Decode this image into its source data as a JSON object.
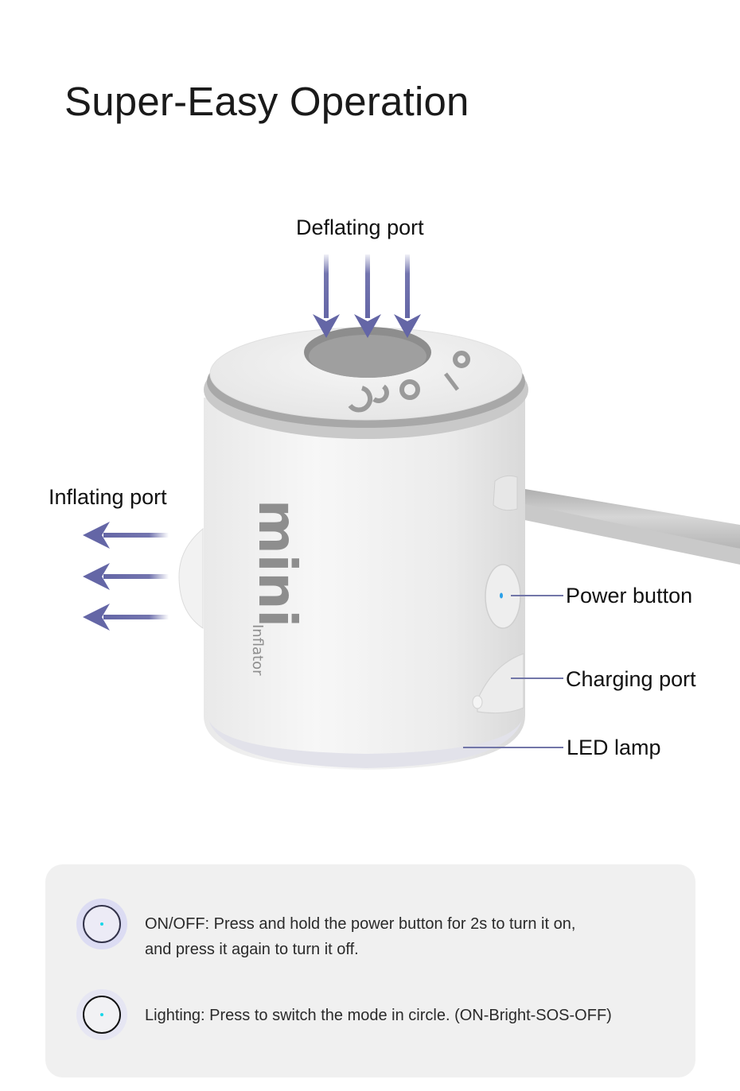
{
  "page": {
    "title": "Super-Easy Operation"
  },
  "product": {
    "brand_text": "mini",
    "model_text": "Inflator",
    "callouts": {
      "deflating_port": "Deflating port",
      "inflating_port": "Inflating port",
      "power_button": "Power button",
      "charging_port": "Charging port",
      "led_lamp": "LED lamp"
    },
    "colors": {
      "arrow": "#6466a6",
      "leader_line": "#7276a8",
      "body": "#efefef",
      "indicator": "#19d6e8"
    }
  },
  "instructions": {
    "items": [
      {
        "icon": "power-button-icon",
        "lines": [
          "ON/OFF: Press and hold the power button for 2s to turn it on,",
          "and press it again to turn it off."
        ]
      },
      {
        "icon": "power-button-icon",
        "lines": [
          "Lighting: Press to switch the mode in circle. (ON-Bright-SOS-OFF)"
        ]
      }
    ]
  }
}
